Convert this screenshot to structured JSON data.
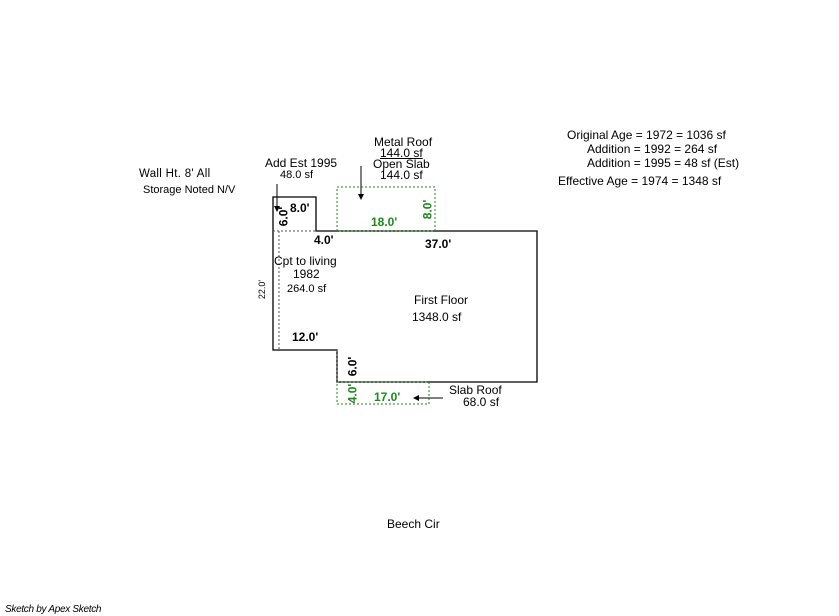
{
  "notes": {
    "wall_height": "Wall Ht. 8' All",
    "storage": "Storage Noted N/V"
  },
  "age_table": {
    "original": "Original Age  =  1972  =  1036 sf",
    "addition1": "Addition  =  1992  =    264 sf",
    "addition2": "Addition  =  1995  =      48 sf (Est)",
    "effective": "Effective Age  =  1974  =  1348 sf"
  },
  "labels": {
    "add_est_title": "Add Est 1995",
    "add_est_area": "48.0 sf",
    "metal_roof_title": "Metal Roof",
    "metal_roof_area": "144.0 sf",
    "open_slab_title": "Open Slab",
    "open_slab_area": "144.0 sf",
    "cpt_title": "Cpt to living",
    "cpt_year": "1982",
    "cpt_area": "264.0 sf",
    "first_floor_title": "First Floor",
    "first_floor_area": "1348.0 sf",
    "slab_roof_title": "Slab Roof",
    "slab_roof_area": "68.0 sf"
  },
  "dimensions": {
    "d_8_top": "8.0'",
    "d_6_left": "6.0'",
    "d_4_step": "4.0'",
    "d_37": "37.0'",
    "d_18": "18.0'",
    "d_8_green": "8.0'",
    "d_22": "22.0'",
    "d_12": "12.0'",
    "d_6_bottom": "6.0'",
    "d_4_green": "4.0'",
    "d_17": "17.0'"
  },
  "street": "Beech Cir",
  "credit": "Sketch by Apex Sketch",
  "colors": {
    "structure_line": "#000000",
    "dotted_line": "#444444",
    "green_area": "#1a8a1a"
  }
}
